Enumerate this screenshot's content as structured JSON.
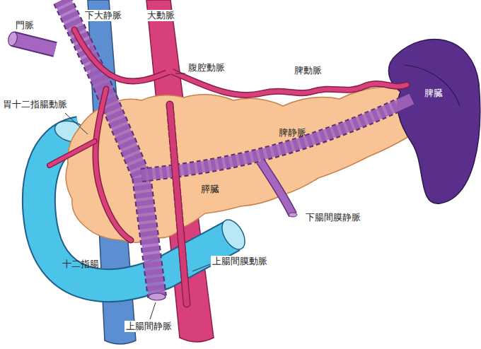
{
  "diagram": {
    "labels": [
      "門脈",
      "下大静脈",
      "大動脈",
      "腹腔動脈",
      "脾動脈",
      "脾臓",
      "胃十二指腸動脈",
      "脾静脈",
      "膵臓",
      "下腸間膜静脈",
      "十二指腸",
      "上腸間膜動脈",
      "上腸間静脈"
    ]
  }
}
